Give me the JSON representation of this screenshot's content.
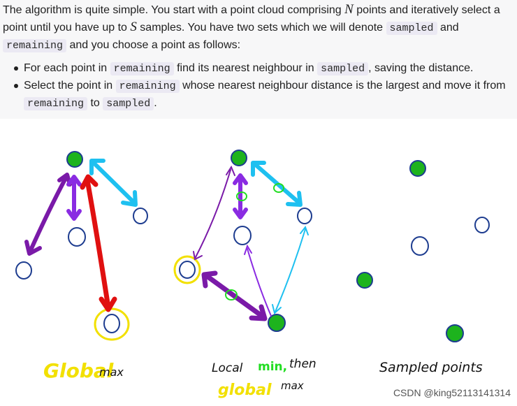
{
  "intro": {
    "t1": "The algorithm is quite simple. You start with a point cloud comprising ",
    "var_n": "N",
    "t2": " points and iteratively select a point until you have up to ",
    "var_s": "S",
    "t3": " samples. You have two sets which we will denote ",
    "code_sampled": "sampled",
    "t4": " and ",
    "code_remaining": "remaining",
    "t5": " and you choose a point as follows:"
  },
  "bullets": [
    {
      "a": "For each point in ",
      "code1": "remaining",
      "b": " find its nearest neighbour in ",
      "code2": "sampled",
      "c": ", saving the distance."
    },
    {
      "a": "Select the point in ",
      "code1": "remaining",
      "b": " whose nearest neighbour distance is the largest and move it from ",
      "code2": "remaining",
      "c": " to ",
      "code3": "sampled",
      "d": "."
    }
  ],
  "captions": {
    "panel1_word1": "Global",
    "panel1_word2": "max",
    "panel2_line1_a": "Local",
    "panel2_line1_b": "min,",
    "panel2_line1_c": "then",
    "panel2_line2_a": "global",
    "panel2_line2_b": "max",
    "panel3": "Sampled points"
  },
  "watermark": "CSDN @king52113141314",
  "colors": {
    "sampled": "#1db31d",
    "point_outline": "#1d3c8f",
    "yellow": "#f2e000",
    "red": "#e01010",
    "purple": "#7a1aa8",
    "violet": "#8a2be2",
    "cyan": "#1ec0f0",
    "green_text": "#22dd22"
  }
}
